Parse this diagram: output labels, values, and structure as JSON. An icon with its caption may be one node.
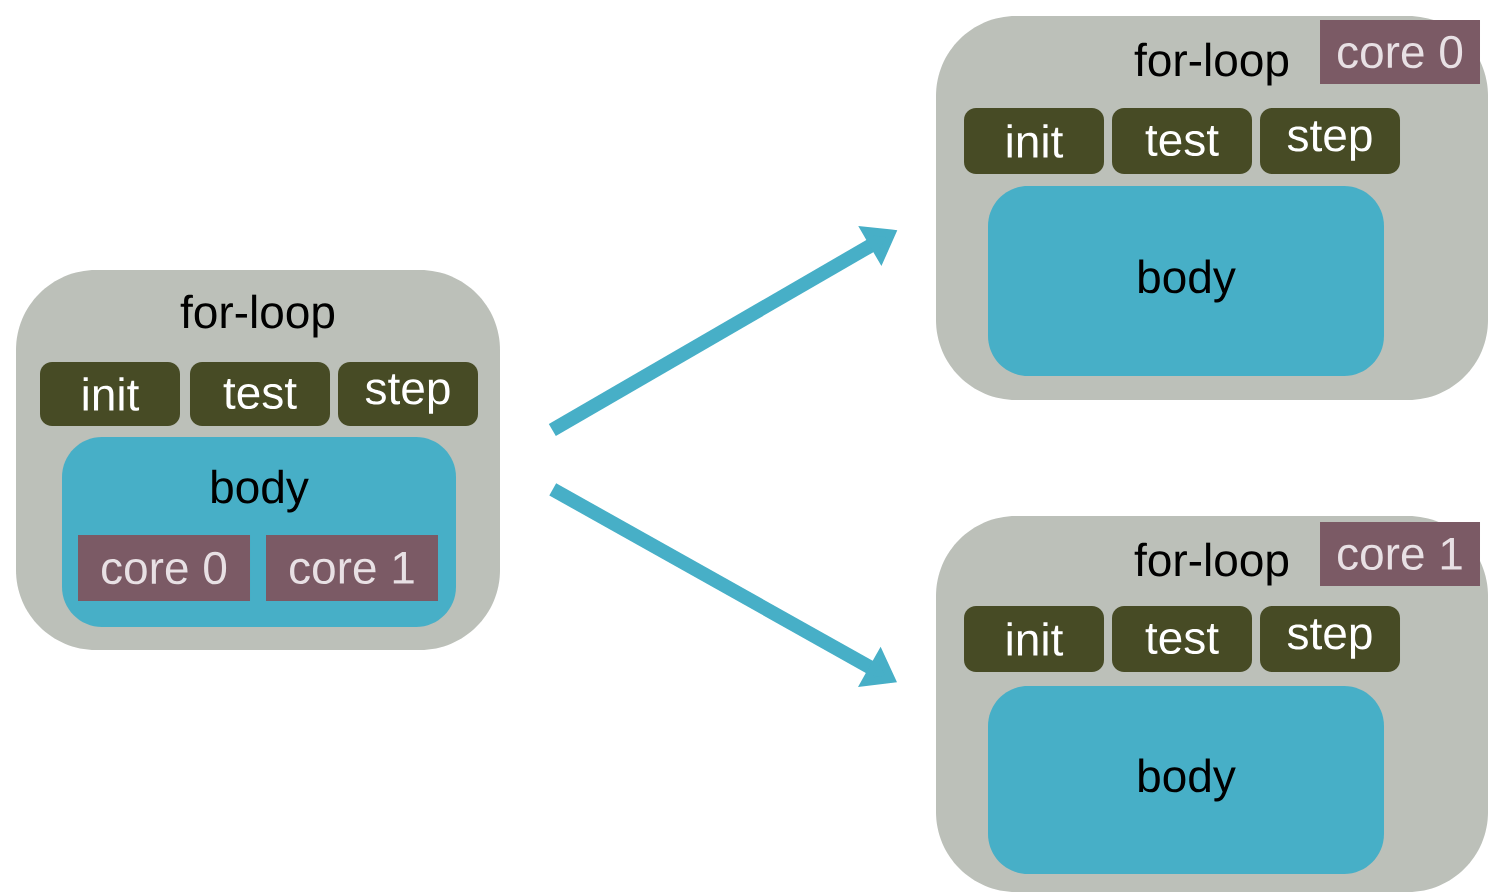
{
  "diagram": {
    "nodes": [
      {
        "text": [
          "for-loop"
        ]
      },
      {
        "text": [
          "init"
        ],
        "in": 0
      },
      {
        "text": [
          "test"
        ],
        "in": 0
      },
      {
        "text": [
          "step"
        ],
        "in": 0
      },
      {
        "text": [
          "body"
        ],
        "in": 0
      },
      {
        "text": [
          "core 0"
        ],
        "in": 4
      },
      {
        "text": [
          "core 1"
        ],
        "in": 4
      },
      {
        "text": [
          "for-loop"
        ]
      },
      {
        "text": [
          "init"
        ],
        "in": 7
      },
      {
        "text": [
          "test"
        ],
        "in": 7
      },
      {
        "text": [
          "step"
        ],
        "in": 7
      },
      {
        "text": [
          "body"
        ],
        "in": 7
      },
      {
        "text": [
          "core 0"
        ],
        "in": 7
      },
      {
        "text": [
          "for-loop"
        ]
      },
      {
        "text": [
          "init"
        ],
        "in": 13
      },
      {
        "text": [
          "test"
        ],
        "in": 13
      },
      {
        "text": [
          "step"
        ],
        "in": 13
      },
      {
        "text": [
          "body"
        ],
        "in": 13
      },
      {
        "text": [
          "core 1"
        ],
        "in": 13
      }
    ],
    "edges": [
      {
        "from": 0,
        "to": 7,
        "arrow": "to"
      },
      {
        "from": 0,
        "to": 13,
        "arrow": "to"
      }
    ]
  }
}
